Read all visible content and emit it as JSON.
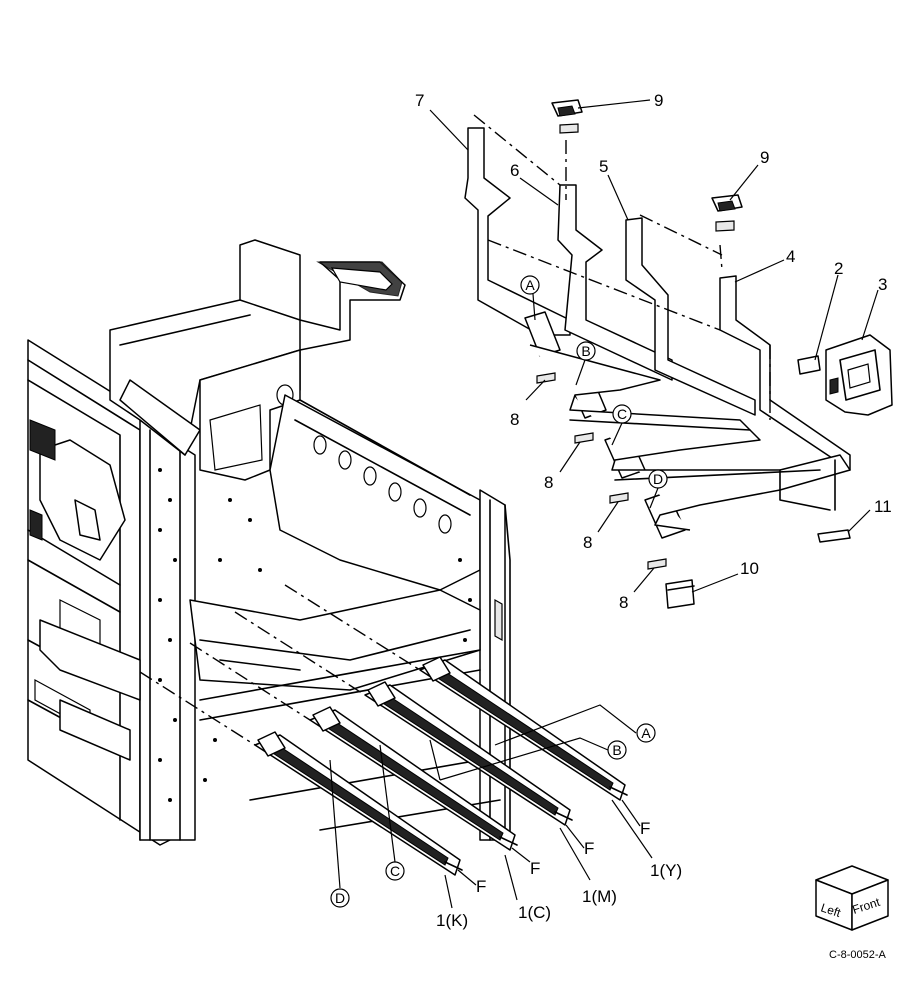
{
  "callouts": {
    "n1": "1(K)",
    "n2": "1(C)",
    "n3": "1(M)",
    "n4": "1(Y)",
    "p2": "2",
    "p3": "3",
    "p4": "4",
    "p5": "5",
    "p6": "6",
    "p7": "7",
    "p8a": "8",
    "p8b": "8",
    "p8c": "8",
    "p8d": "8",
    "p9a": "9",
    "p9b": "9",
    "p10": "10",
    "p11": "11",
    "fK": "F",
    "fC": "F",
    "fM": "F",
    "fY": "F"
  },
  "refs": {
    "a_top": "A",
    "b_top": "B",
    "c_top": "C",
    "d_top": "D",
    "a_bot": "A",
    "b_bot": "B",
    "c_bot": "C",
    "d_bot": "D"
  },
  "orientation": {
    "left": "Left",
    "front": "Front"
  },
  "figure_id": "C-8-0052-A"
}
